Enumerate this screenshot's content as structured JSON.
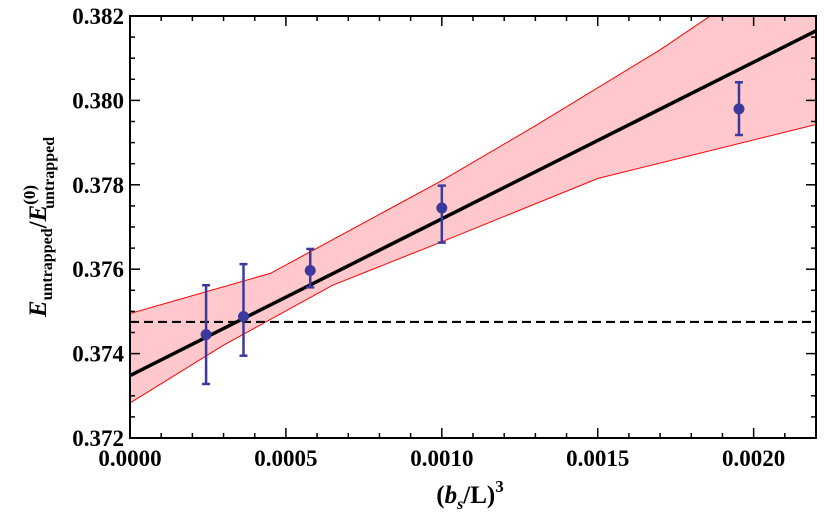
{
  "chart_data": {
    "type": "scatter",
    "title": "",
    "xlabel": {
      "open": "(",
      "var": "b",
      "sub": "s",
      "mid": "/L)",
      "sup": "3"
    },
    "ylabel": {
      "num_var": "E",
      "num_sub": "untrapped",
      "slash": "/",
      "den_var": "E",
      "den_sup": "(0)",
      "den_sub": "untrapped"
    },
    "xlim": [
      0.0,
      0.0022
    ],
    "ylim": [
      0.372,
      0.382
    ],
    "x_ticks": [
      0.0,
      0.0005,
      0.001,
      0.0015,
      0.002
    ],
    "x_tick_labels": [
      "0.0000",
      "0.0005",
      "0.0010",
      "0.0015",
      "0.0020"
    ],
    "y_ticks": [
      0.372,
      0.374,
      0.376,
      0.378,
      0.38,
      0.382
    ],
    "y_tick_labels": [
      "0.372",
      "0.374",
      "0.376",
      "0.378",
      "0.380",
      "0.382"
    ],
    "grid": false,
    "points": [
      {
        "x": 0.000244,
        "y": 0.37445,
        "yerr_low": 0.37328,
        "yerr_high": 0.37562
      },
      {
        "x": 0.000364,
        "y": 0.37488,
        "yerr_low": 0.37395,
        "yerr_high": 0.37612
      },
      {
        "x": 0.000578,
        "y": 0.37597,
        "yerr_low": 0.37557,
        "yerr_high": 0.37648
      },
      {
        "x": 0.001,
        "y": 0.37745,
        "yerr_low": 0.37663,
        "yerr_high": 0.37798
      },
      {
        "x": 0.001953,
        "y": 0.3798,
        "yerr_low": 0.37918,
        "yerr_high": 0.38043
      }
    ],
    "fit_line": {
      "x": [
        0.0,
        0.0022
      ],
      "y": [
        0.37348,
        0.38165
      ]
    },
    "band_upper": {
      "x": [
        0.0,
        0.00045,
        0.0007,
        0.001,
        0.0013,
        0.0017,
        0.0019,
        0.0022
      ],
      "y": [
        0.37495,
        0.3759,
        0.3769,
        0.3781,
        0.3794,
        0.3812,
        0.3822,
        0.3837
      ]
    },
    "band_lower": {
      "x": [
        0.0,
        0.0003,
        0.00065,
        0.001,
        0.0015,
        0.0022
      ],
      "y": [
        0.37283,
        0.3742,
        0.37562,
        0.37665,
        0.37815,
        0.37943
      ]
    },
    "reference_line": {
      "y": 0.37475,
      "style": "dashed"
    },
    "colors": {
      "band_fill": "#ffc8cc",
      "band_edge": "#ff0000",
      "fit_line": "#000000",
      "points": "#3b3a9c",
      "reference_line": "#000000",
      "axes": "#000000"
    }
  }
}
